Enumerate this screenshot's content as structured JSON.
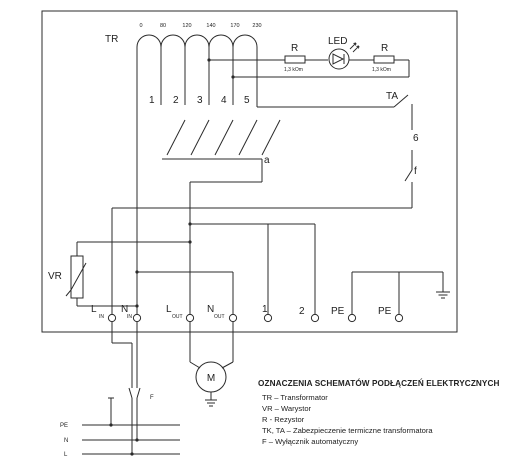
{
  "labels": {
    "transformer": "TR",
    "taps": [
      "0",
      "80",
      "120",
      "140",
      "170",
      "230"
    ],
    "windings": [
      "1",
      "2",
      "3",
      "4",
      "5"
    ],
    "selector_point": "a",
    "led": "LED",
    "resistor_left": "R",
    "resistor_left_value": "1,3 kOm",
    "resistor_right": "R",
    "resistor_right_value": "1,3 kOm",
    "thermal_switch": "TA",
    "wire_six": "6",
    "wire_f": "f",
    "varistor": "VR",
    "motor": "M",
    "switch_f": "F"
  },
  "terminals": {
    "l_in": {
      "main": "L",
      "sub": "IN"
    },
    "n_in": {
      "main": "N",
      "sub": "IN"
    },
    "l_out": {
      "main": "L",
      "sub": "OUT"
    },
    "n_out": {
      "main": "N",
      "sub": "OUT"
    },
    "one": "1",
    "two": "2",
    "pe_1": "PE",
    "pe_2": "PE"
  },
  "supply": [
    "PE",
    "N",
    "L"
  ],
  "legend": {
    "title": "OZNACZENIA SCHEMATÓW PODŁĄCZEŃ ELEKTRYCZNYCH",
    "items": [
      "TR – Transformator",
      "VR – Warystor",
      "R - Rezystor",
      "TK, TA – Zabezpieczenie termiczne transformatora",
      "F – Wyłącznik automatyczny"
    ]
  }
}
